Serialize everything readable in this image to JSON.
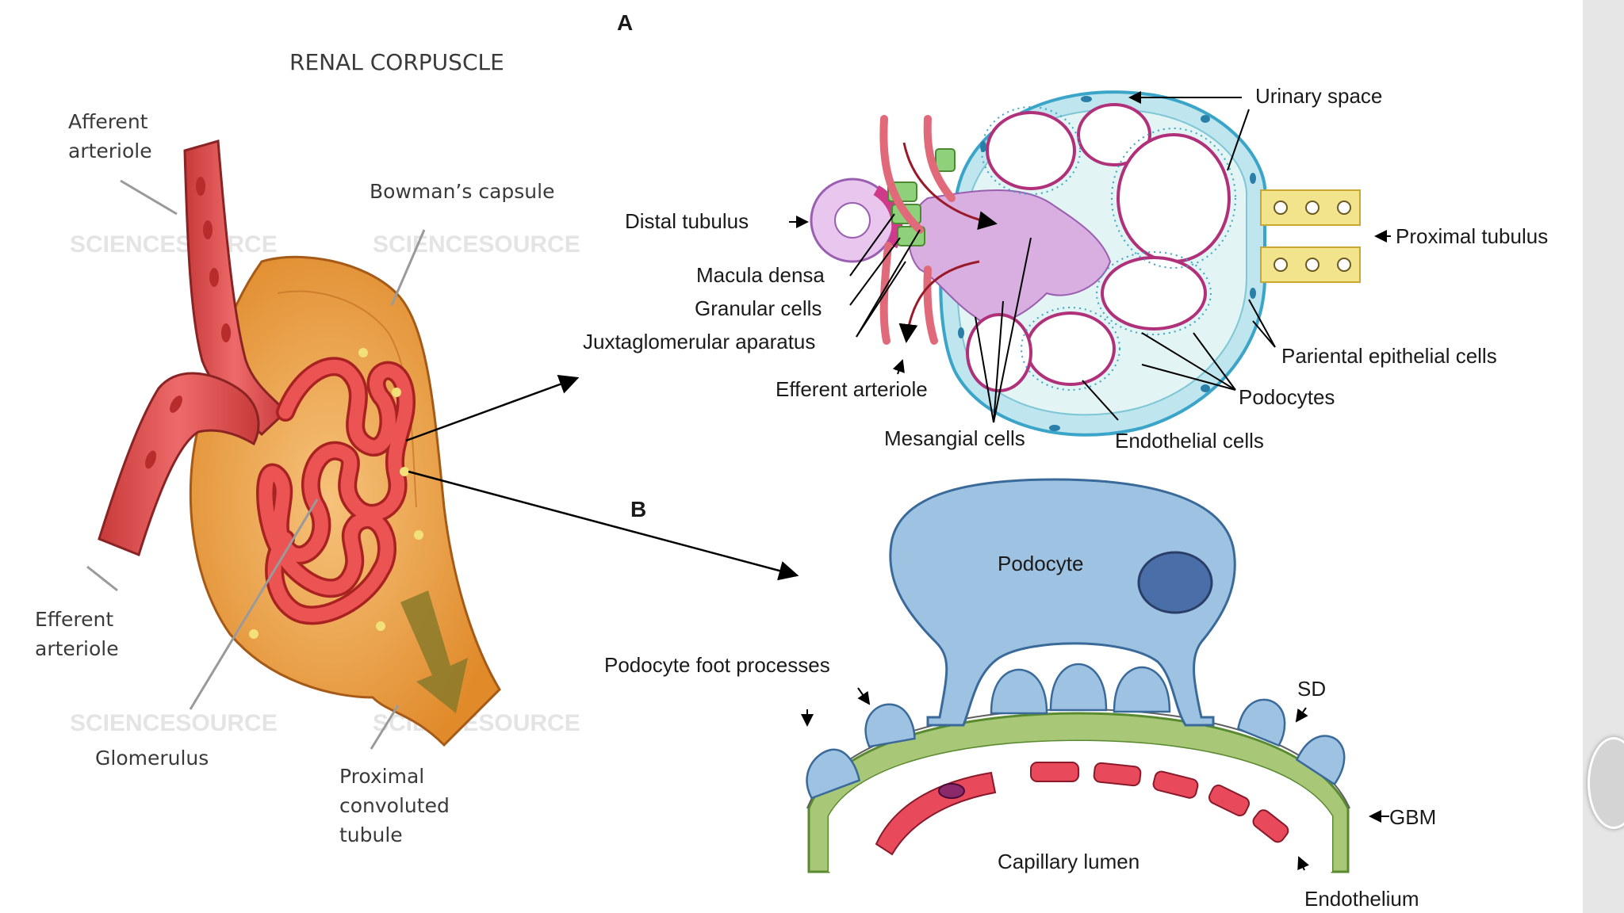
{
  "left_panel": {
    "title": "RENAL CORPUSCLE",
    "labels": {
      "afferent_1": "Afferent",
      "afferent_2": "arteriole",
      "bowman": "Bowman’s capsule",
      "efferent_1": "Efferent",
      "efferent_2": "arteriole",
      "glomerulus": "Glomerulus",
      "proximal_1": "Proximal",
      "proximal_2": "convoluted",
      "proximal_3": "tubule"
    },
    "watermark": "SCIENCESOURCE"
  },
  "panel_a": {
    "letter": "A",
    "labels": {
      "urinary_space": "Urinary space",
      "distal_tubulus": "Distal tubulus",
      "proximal_tubulus": "Proximal tubulus",
      "macula_densa": "Macula densa",
      "granular_cells": "Granular cells",
      "juxtaglomerular": "Juxtaglomerular aparatus",
      "efferent_arteriole": "Efferent arteriole",
      "parietal": "Pariental epithelial cells",
      "podocytes": "Podocytes",
      "mesangial": "Mesangial cells",
      "endothelial": "Endothelial cells"
    }
  },
  "panel_b": {
    "letter": "B",
    "labels": {
      "podocyte": "Podocyte",
      "foot_processes": "Podocyte foot processes",
      "sd": "SD",
      "gbm": "GBM",
      "capillary_lumen": "Capillary lumen",
      "endothelium": "Endothelium"
    }
  },
  "colors": {
    "capsule": "#e8a24a",
    "vessel": "#e05858",
    "capsule_wall": "#a8dde8",
    "podocyte": "#9ec2e2",
    "gbm": "#a8c878",
    "endothelium": "#e04a5a",
    "tubule": "#f0e08a",
    "mesangium": "#c896d8"
  }
}
